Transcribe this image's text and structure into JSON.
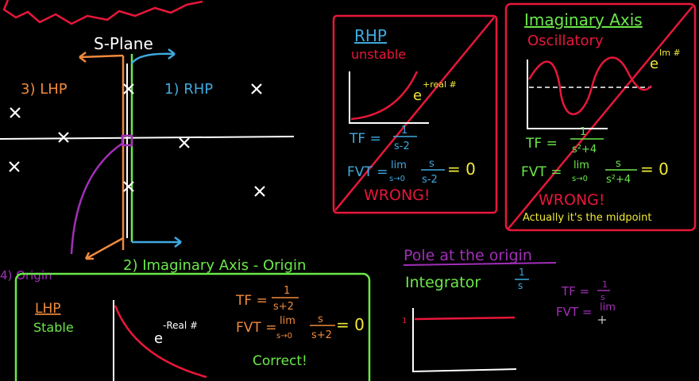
{
  "colors": {
    "red": "#e8173a",
    "orange": "#f08a3c",
    "blue": "#3fa9e0",
    "green": "#6be84a",
    "purple": "#a22fb8",
    "yellow": "#f1ea3a",
    "white": "#ffffff"
  },
  "splane": {
    "title": "S-Plane",
    "lhp": "3) LHP",
    "rhp": "1) RHP",
    "imag": "2) Imaginary Axis - Origin",
    "origin": "4) Origin"
  },
  "rhp_box": {
    "title": "RHP",
    "subtitle": "unstable",
    "exp_base": "e",
    "exp_power": "+real #",
    "tf_label": "TF =",
    "tf_num": "1",
    "tf_den": "s-2",
    "fvt_label": "FVT =",
    "fvt_lim": "lim",
    "fvt_sub": "s→0",
    "fvt_num": "s",
    "fvt_den": "s-2",
    "fvt_result": "= 0",
    "verdict": "WRONG!"
  },
  "imag_box": {
    "title": "Imaginary Axis",
    "subtitle": "Oscillatory",
    "exp_base": "e",
    "exp_power": "Im #",
    "tf_label": "TF =",
    "tf_num": "1",
    "tf_den": "s²+4",
    "fvt_label": "FVT =",
    "fvt_lim": "lim",
    "fvt_sub": "s→0",
    "fvt_num": "s",
    "fvt_den": "s²+4",
    "fvt_result": "= 0",
    "verdict": "WRONG!",
    "note": "Actually it's the midpoint"
  },
  "lhp_box": {
    "title": "LHP",
    "subtitle": "Stable",
    "exp_base": "e",
    "exp_power": "-Real #",
    "tf_label": "TF =",
    "tf_num": "1",
    "tf_den": "s+2",
    "fvt_label": "FVT =",
    "fvt_lim": "lim",
    "fvt_sub": "s→0",
    "fvt_num": "s",
    "fvt_den": "s+2",
    "fvt_result": "= 0",
    "verdict": "Correct!"
  },
  "origin_section": {
    "title": "Pole at the origin",
    "integrator": "Integrator",
    "int_num": "1",
    "int_den": "s",
    "y_tick": "1",
    "tf_label": "TF =",
    "tf_num": "1",
    "tf_den": "s",
    "fvt_label": "FVT =",
    "fvt_lim": "lim"
  }
}
